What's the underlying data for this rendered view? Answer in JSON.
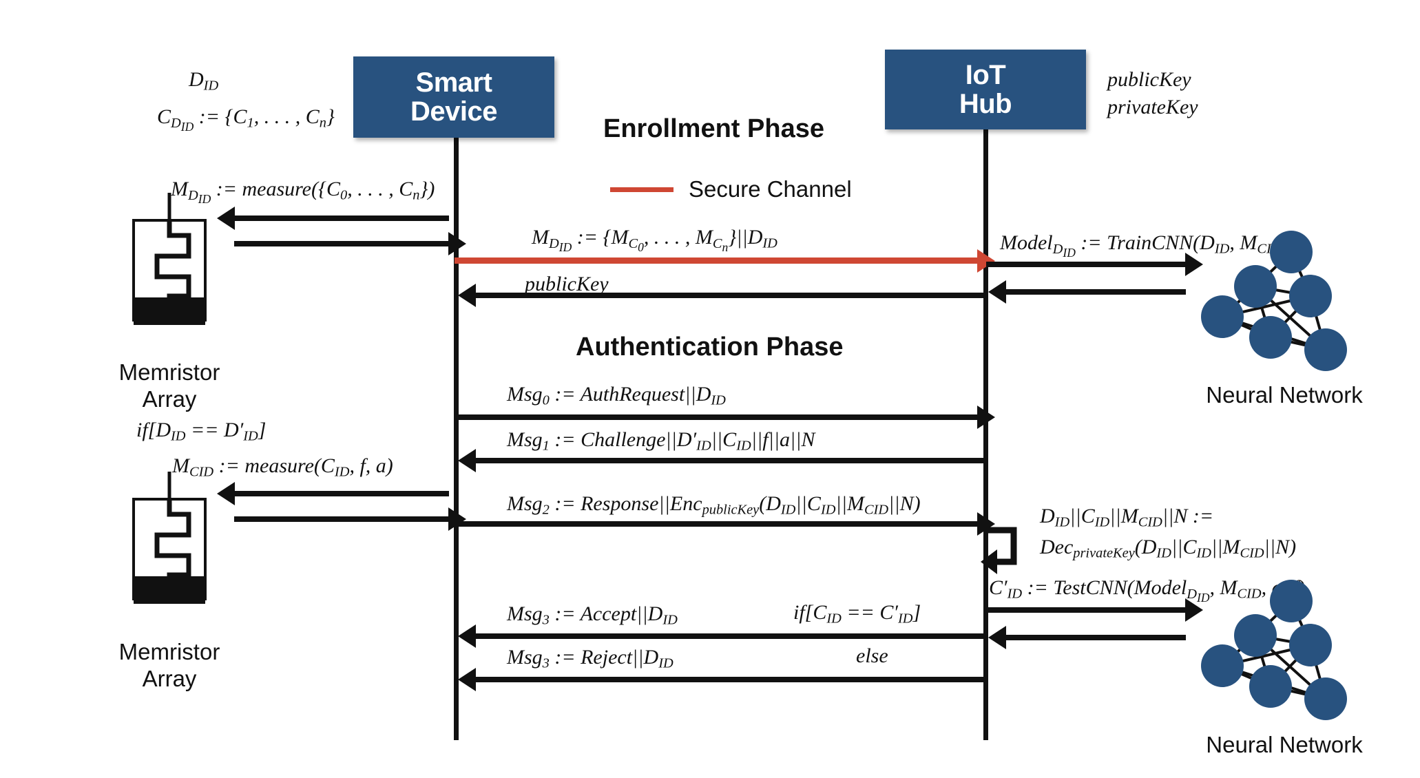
{
  "diagram": {
    "title_enrollment": "Enrollment Phase",
    "title_authentication": "Authentication Phase",
    "legend": {
      "secure_channel": "Secure Channel",
      "color": "#cf4733"
    },
    "accent_blue": "#28527f"
  },
  "actors": {
    "smart_device": "Smart\nDevice",
    "iot_hub": "IoT\nHub"
  },
  "left_annotations": {
    "device_id": "D_ID",
    "challenge_set": "C_D_ID := {C_1, . . . , C_n}",
    "measure_enroll": "M_D_ID := measure({C_0, . . . , C_n})",
    "if_device_match": "if[D_ID == D'_ID]",
    "measure_auth": "M_CID := measure(C_ID, f, a)",
    "memristor_array_1": "Memristor\nArray",
    "memristor_array_2": "Memristor\nArray"
  },
  "right_annotations": {
    "public_key": "publicKey",
    "private_key": "privateKey",
    "train_cnn": "Model_D_ID := TrainCNN(D_ID, M_CID)",
    "decrypt_lhs": "D_ID||C_ID||M_CID||N :=",
    "decrypt_rhs": "Dec_privateKey(D_ID||C_ID||M_CID||N)",
    "test_cnn": "C'_ID := TestCNN(Model_D_ID, M_CID, a, f)",
    "neural_network_1": "Neural Network",
    "neural_network_2": "Neural Network"
  },
  "messages": {
    "m_enroll_payload": "M_D_ID := {M_C_0, . . . , M_C_n}||D_ID",
    "m_public_key": "publicKey",
    "msg0": "Msg_0 := AuthRequest||D_ID",
    "msg1": "Msg_1 := Challenge||D'_ID||C_ID||f||a||N",
    "msg2": "Msg_2 := Response||Enc_publicKey(D_ID||C_ID||M_CID||N)",
    "msg3_accept": "Msg_3 := Accept||D_ID",
    "msg3_reject": "Msg_3 := Reject||D_ID",
    "cond_if": "if[C_ID == C'_ID]",
    "cond_else": "else"
  }
}
